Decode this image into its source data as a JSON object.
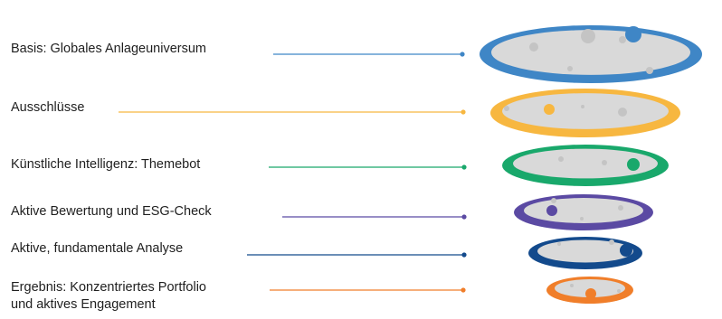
{
  "diagram": {
    "steps": [
      {
        "label": "Basis: Globales Anlageuniversum",
        "color": "#3f86c6"
      },
      {
        "label": "Ausschlüsse",
        "color": "#f7b740"
      },
      {
        "label": "Künstliche Intelligenz: Themebot",
        "color": "#19a86b"
      },
      {
        "label": "Aktive Bewertung und ESG-Check",
        "color": "#5b4aa3"
      },
      {
        "label": "Aktive, fundamentale Analyse",
        "color": "#134a8c"
      },
      {
        "label_line1": "Ergebnis: Konzentriertes Portfolio",
        "label_line2": "und aktives Engagement",
        "color": "#f07e2a"
      }
    ],
    "inner_color": "#d9d9d9",
    "ball_color": "#c4c4c4"
  }
}
